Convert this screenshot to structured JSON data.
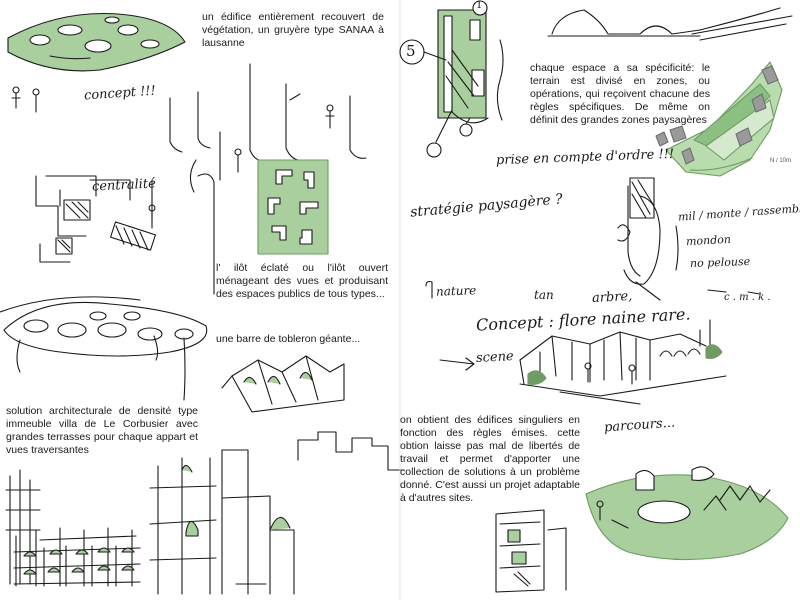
{
  "colors": {
    "ink": "#1a1a1a",
    "green_fill": "#a9cf9e",
    "green_dark": "#6e9c62",
    "grey": "#8c8c8c"
  },
  "notes": {
    "sanaa": "un édifice entièrement recouvert de végétation, un gruyère type SANAA à lausanne",
    "ilot": "l' ilôt éclaté ou l'ilôt ouvert ménageant des vues et produisant des espaces publics de tous types...",
    "tobleron": "une barre de tobleron géante...",
    "corbusier": "solution architecturale de densité type immeuble villa de Le Corbusier avec grandes terrasses pour chaque appart et vues traversantes",
    "zones": "chaque espace a sa spécificité: le terrain est divisé en zones, ou opérations, qui reçoivent chacune des règles spécifiques. De même on définit des grandes zones paysagères",
    "singuliers": "on obtient des édifices singuliers en fonction des règles émises. cette obtion laisse pas mal de libertés de travail et permet d'apporter une collection de solutions à un problème donné. C'est aussi un projet adaptable à d'autres sites."
  },
  "handwriting": {
    "concept_left": "concept !!!",
    "centralite": "centralité",
    "prise_compte": "prise en compte d'ordre !!!",
    "strategie": "stratégie paysagère ?",
    "mil_monte": "mil / monte / rassemble",
    "mondon": "mondon",
    "no_pelouse": "no pelouse",
    "nature": "nature",
    "arbre": "arbre,",
    "tan": "tan",
    "concept_right": "Concept : flore naine rare.",
    "scene": "scene",
    "parcours": "parcours...",
    "cmk": "c . m . k .",
    "num_one": "1",
    "num_five": "5",
    "scale": "N / 10m"
  }
}
